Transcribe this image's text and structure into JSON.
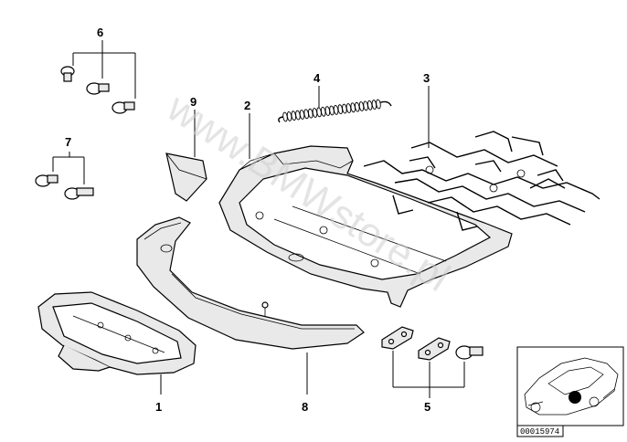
{
  "callouts": [
    {
      "id": "1",
      "label": "1"
    },
    {
      "id": "2",
      "label": "2"
    },
    {
      "id": "3",
      "label": "3"
    },
    {
      "id": "4",
      "label": "4"
    },
    {
      "id": "5",
      "label": "5"
    },
    {
      "id": "6",
      "label": "6"
    },
    {
      "id": "7",
      "label": "7"
    },
    {
      "id": "8",
      "label": "8"
    },
    {
      "id": "9",
      "label": "9"
    }
  ],
  "watermark": "www.BMWstore.pl",
  "inset": {
    "reference_number": "00015974"
  }
}
